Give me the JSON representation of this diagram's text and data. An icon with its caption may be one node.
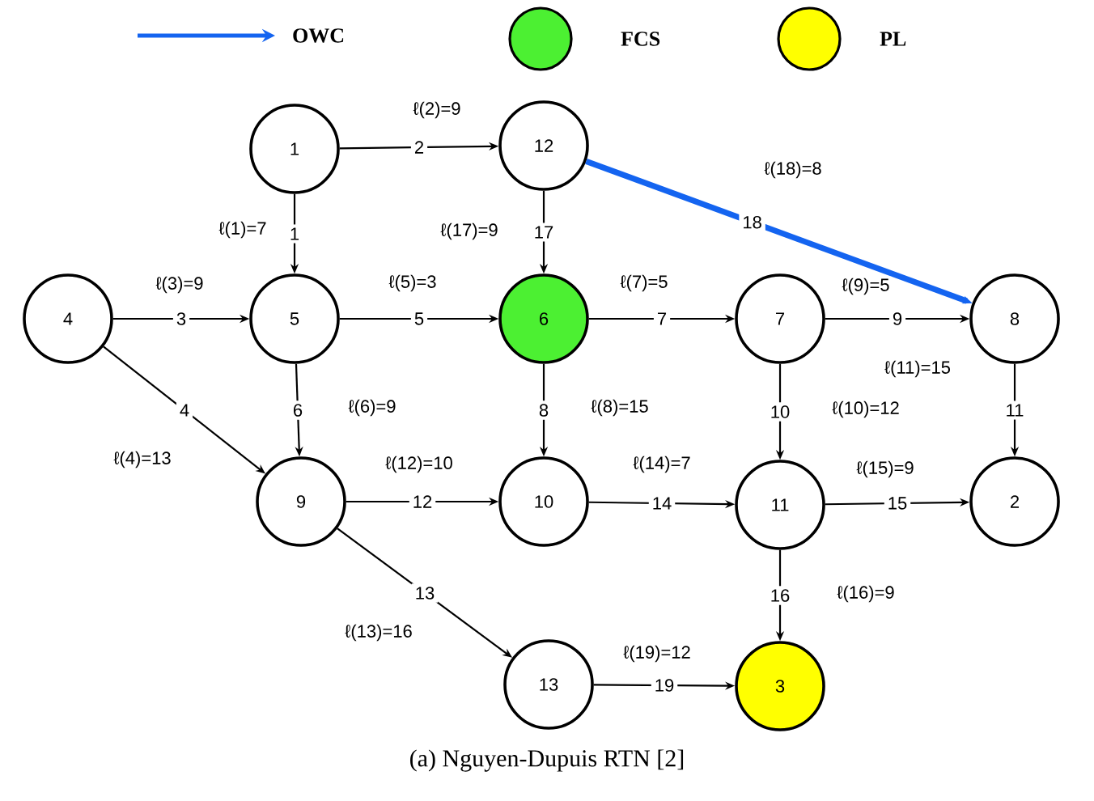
{
  "diagram": {
    "caption": "(a) Nguyen-Dupuis RTN [2]",
    "nodes": [
      {
        "text": [
          "1"
        ]
      },
      {
        "text": [
          "12"
        ]
      },
      {
        "text": [
          "4"
        ]
      },
      {
        "text": [
          "5"
        ]
      },
      {
        "text": [
          "6"
        ]
      },
      {
        "text": [
          "7"
        ]
      },
      {
        "text": [
          "8"
        ]
      },
      {
        "text": [
          "9"
        ]
      },
      {
        "text": [
          "10"
        ]
      },
      {
        "text": [
          "11"
        ]
      },
      {
        "text": [
          "2"
        ]
      },
      {
        "text": [
          "13"
        ]
      },
      {
        "text": [
          "3"
        ]
      }
    ],
    "edges": [
      {
        "from": 0,
        "to": 3,
        "arrow": "to",
        "label": "1"
      },
      {
        "from": 0,
        "to": 1,
        "arrow": "to",
        "label": "2"
      },
      {
        "from": 2,
        "to": 3,
        "arrow": "to",
        "label": "3"
      },
      {
        "from": 2,
        "to": 7,
        "arrow": "to",
        "label": "4"
      },
      {
        "from": 3,
        "to": 4,
        "arrow": "to",
        "label": "5"
      },
      {
        "from": 3,
        "to": 7,
        "arrow": "to",
        "label": "6"
      },
      {
        "from": 4,
        "to": 5,
        "arrow": "to",
        "label": "7"
      },
      {
        "from": 4,
        "to": 8,
        "arrow": "to",
        "label": "8"
      },
      {
        "from": 5,
        "to": 6,
        "arrow": "to",
        "label": "9"
      },
      {
        "from": 5,
        "to": 9,
        "arrow": "to",
        "label": "10"
      },
      {
        "from": 6,
        "to": 10,
        "arrow": "to",
        "label": "11"
      },
      {
        "from": 7,
        "to": 8,
        "arrow": "to",
        "label": "12"
      },
      {
        "from": 7,
        "to": 11,
        "arrow": "to",
        "label": "13"
      },
      {
        "from": 8,
        "to": 9,
        "arrow": "to",
        "label": "14"
      },
      {
        "from": 9,
        "to": 10,
        "arrow": "to",
        "label": "15"
      },
      {
        "from": 9,
        "to": 12,
        "arrow": "to",
        "label": "16"
      },
      {
        "from": 1,
        "to": 4,
        "arrow": "to",
        "label": "17"
      },
      {
        "from": 1,
        "to": 6,
        "arrow": "to",
        "label": "18",
        "style": "thick",
        "color": "#1464f0"
      },
      {
        "from": 11,
        "to": 12,
        "arrow": "to",
        "label": "19"
      }
    ],
    "labels": [
      "ℓ(2)=9",
      "ℓ(18)=8",
      "ℓ(1)=7",
      "ℓ(17)=9",
      "ℓ(3)=9",
      "ℓ(5)=3",
      "ℓ(7)=5",
      "ℓ(9)=5",
      "ℓ(11)=15",
      "ℓ(6)=9",
      "ℓ(8)=15",
      "ℓ(10)=12",
      "ℓ(4)=13",
      "ℓ(12)=10",
      "ℓ(14)=7",
      "ℓ(15)=9",
      "ℓ(16)=9",
      "ℓ(13)=16",
      "ℓ(19)=12"
    ],
    "legend": [
      {
        "text": "OWC"
      },
      {
        "text": "FCS",
        "color": "#4cf032"
      },
      {
        "text": "PL",
        "color": "#ffff00"
      }
    ]
  }
}
